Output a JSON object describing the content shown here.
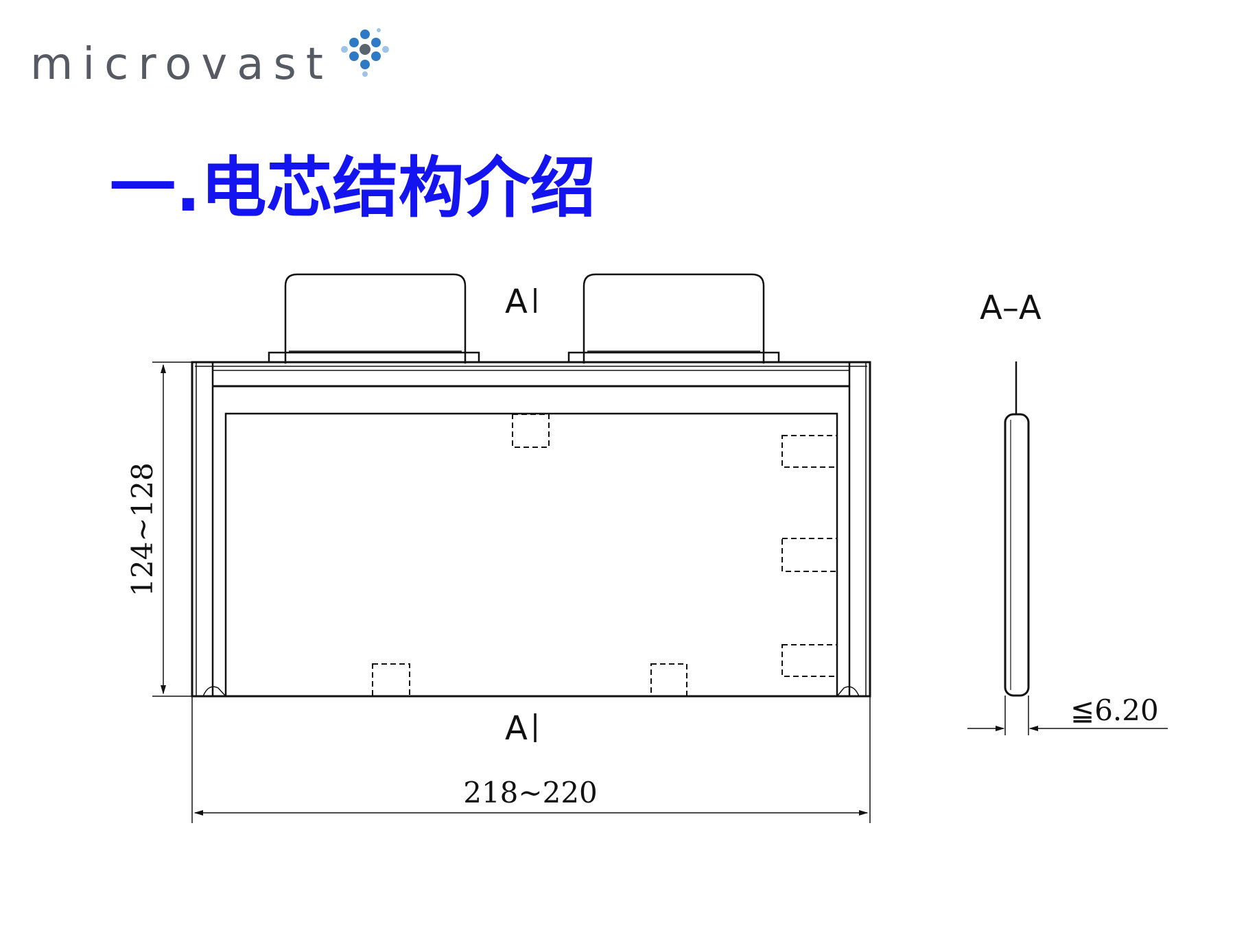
{
  "logo": {
    "text": "microvast"
  },
  "title": "一.电芯结构介绍",
  "diagram": {
    "section_mark_top": "A",
    "section_mark_bottom": "A",
    "section_view_label": "A–A",
    "height_dimension": "124~128",
    "width_dimension": "218~220",
    "thickness_dimension": "≦6.20"
  }
}
